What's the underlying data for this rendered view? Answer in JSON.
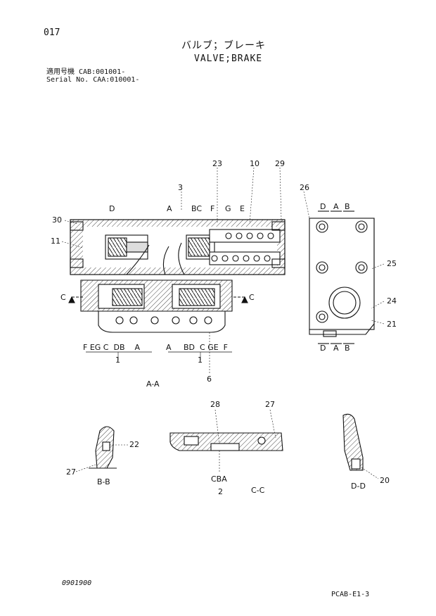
{
  "page": {
    "number": "017",
    "title_jp": "バルブ；ブレーキ",
    "title_en": "VALVE;BRAKE",
    "serial_line_1": "適用号機  CAB:001001-",
    "serial_line_2": "Serial No. CAA:010001-",
    "footer_left": "0901900",
    "footer_right": "PCAB-E1-3"
  },
  "callouts": {
    "c23": "23",
    "c10": "10",
    "c29": "29",
    "c3": "3",
    "c26": "26",
    "c30": "30",
    "c11": "11",
    "c25": "25",
    "c24": "24",
    "c21": "21",
    "c1a": "1",
    "c1b": "1",
    "c6": "6",
    "c28": "28",
    "c27a": "27",
    "c22": "22",
    "c27b": "27",
    "c2": "2",
    "c20": "20"
  },
  "section_marks": {
    "top_D": "D",
    "top_A": "A",
    "top_BC": "BC",
    "top_F": "F",
    "top_G": "G",
    "top_E": "E",
    "side_D": "D",
    "side_A": "A",
    "side_B": "B",
    "side_bot_D": "D",
    "side_bot_A": "A",
    "side_bot_B": "B",
    "bot_left": "F EG C  DB    A",
    "bot_right": "A     BD  C GE  F",
    "arrow_C_left": "C",
    "arrow_C_right": "C",
    "cba": "CBA"
  },
  "views": {
    "aa": "A-A",
    "bb": "B-B",
    "cc": "C-C",
    "dd": "D-D"
  }
}
